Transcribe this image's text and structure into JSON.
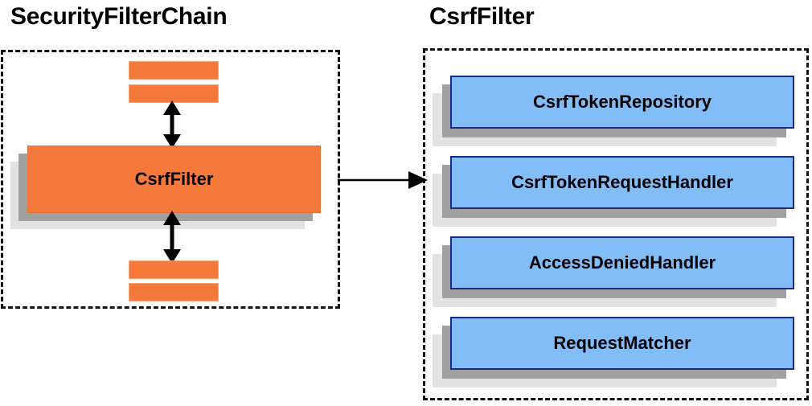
{
  "diagram": {
    "type": "component-collaboration-diagram",
    "panels": [
      {
        "id": "security-filter-chain",
        "title": "SecurityFilterChain",
        "main_component": {
          "label": "CsrfFilter",
          "color": "#f4793b"
        },
        "unlabeled_filter_bars_above": 2,
        "unlabeled_filter_bars_below": 2
      },
      {
        "id": "csrf-filter",
        "title": "CsrfFilter",
        "collaborators": [
          {
            "label": "CsrfTokenRepository"
          },
          {
            "label": "CsrfTokenRequestHandler"
          },
          {
            "label": "AccessDeniedHandler"
          },
          {
            "label": "RequestMatcher"
          }
        ]
      }
    ],
    "connectors": [
      {
        "name": "chain-to-detail",
        "style": "single-arrow",
        "direction": "right"
      },
      {
        "name": "filter-above-link",
        "style": "double-arrow",
        "direction": "vertical"
      },
      {
        "name": "filter-below-link",
        "style": "double-arrow",
        "direction": "vertical"
      }
    ],
    "colors": {
      "orange_fill": "#f4793b",
      "orange_border": "#e8703a",
      "blue_fill": "#83bdf7",
      "blue_border": "#1b2a86",
      "shadow_dark": "#a0a0a0",
      "shadow_light": "#e2e2e2",
      "outline_dashed": "#111111",
      "text": "#000000",
      "background": "#ffffff"
    }
  }
}
